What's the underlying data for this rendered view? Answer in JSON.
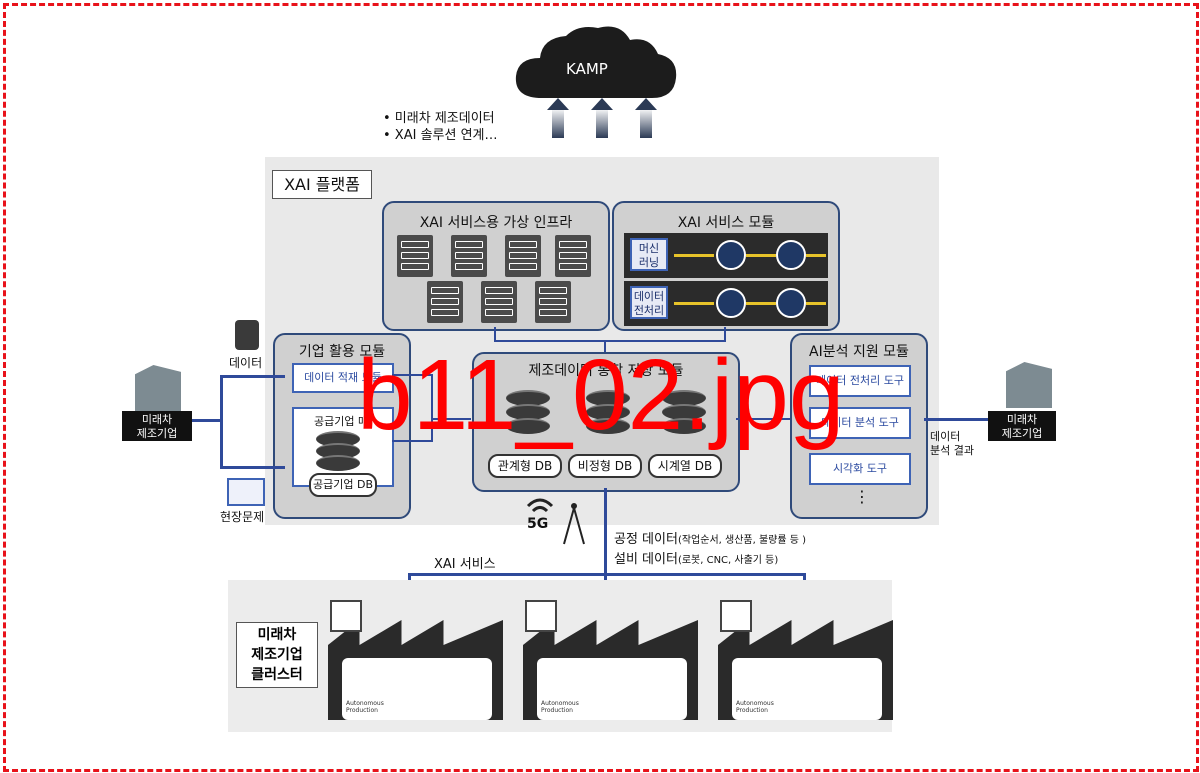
{
  "overlay_label": "b11_02.jpg",
  "cloud_label": "KAMP",
  "cloud_notes": [
    "• 미래차 제조데이터",
    "• XAI 솔루션 연계…"
  ],
  "platform_title": "XAI 플랫폼",
  "infra": {
    "title": "XAI 서비스용 가상 인프라"
  },
  "xai_module": {
    "title": "XAI 서비스 모듈",
    "tag1": "머신\n러닝",
    "tag2": "데이터\n전처리"
  },
  "corp_module": {
    "title": "기업 활용 모듈",
    "item1": "데이터 적재 모듈",
    "item2": "공급기업 매",
    "db_label": "공급기업 DB"
  },
  "storage_module": {
    "title": "제조데이터 통합 저장 모듈",
    "db1": "관계형 DB",
    "db2": "비정형 DB",
    "db3": "시계열 DB"
  },
  "ai_module": {
    "title": "AI분석 지원 모듈",
    "tool1": "데이터 전처리 도구",
    "tool2": "데이터 분석 도구",
    "tool3": "시각화 도구",
    "more": "⋮"
  },
  "left": {
    "company": "미래차\n제조기업",
    "data_label": "데이터",
    "issue_label": "현장문제"
  },
  "right": {
    "company": "미래차\n제조기업",
    "result_label": "데이터\n분석 결과"
  },
  "network": {
    "label": "5G"
  },
  "process_data": {
    "line1_main": "공정 데이터",
    "line1_sub": "(작업순서, 생산품, 불량률 등 )",
    "line2_main": "설비 데이터",
    "line2_sub": "(로봇, CNC, 사출기 등)"
  },
  "xai_service_label": "XAI 서비스",
  "cluster": {
    "title": "미래차\n제조기업\n클러스터",
    "factory_caption": "Autonomous\nProduction"
  },
  "colors": {
    "frame": "#e8121a",
    "accent": "#2f4a9a",
    "overlay": "#ff0000"
  }
}
